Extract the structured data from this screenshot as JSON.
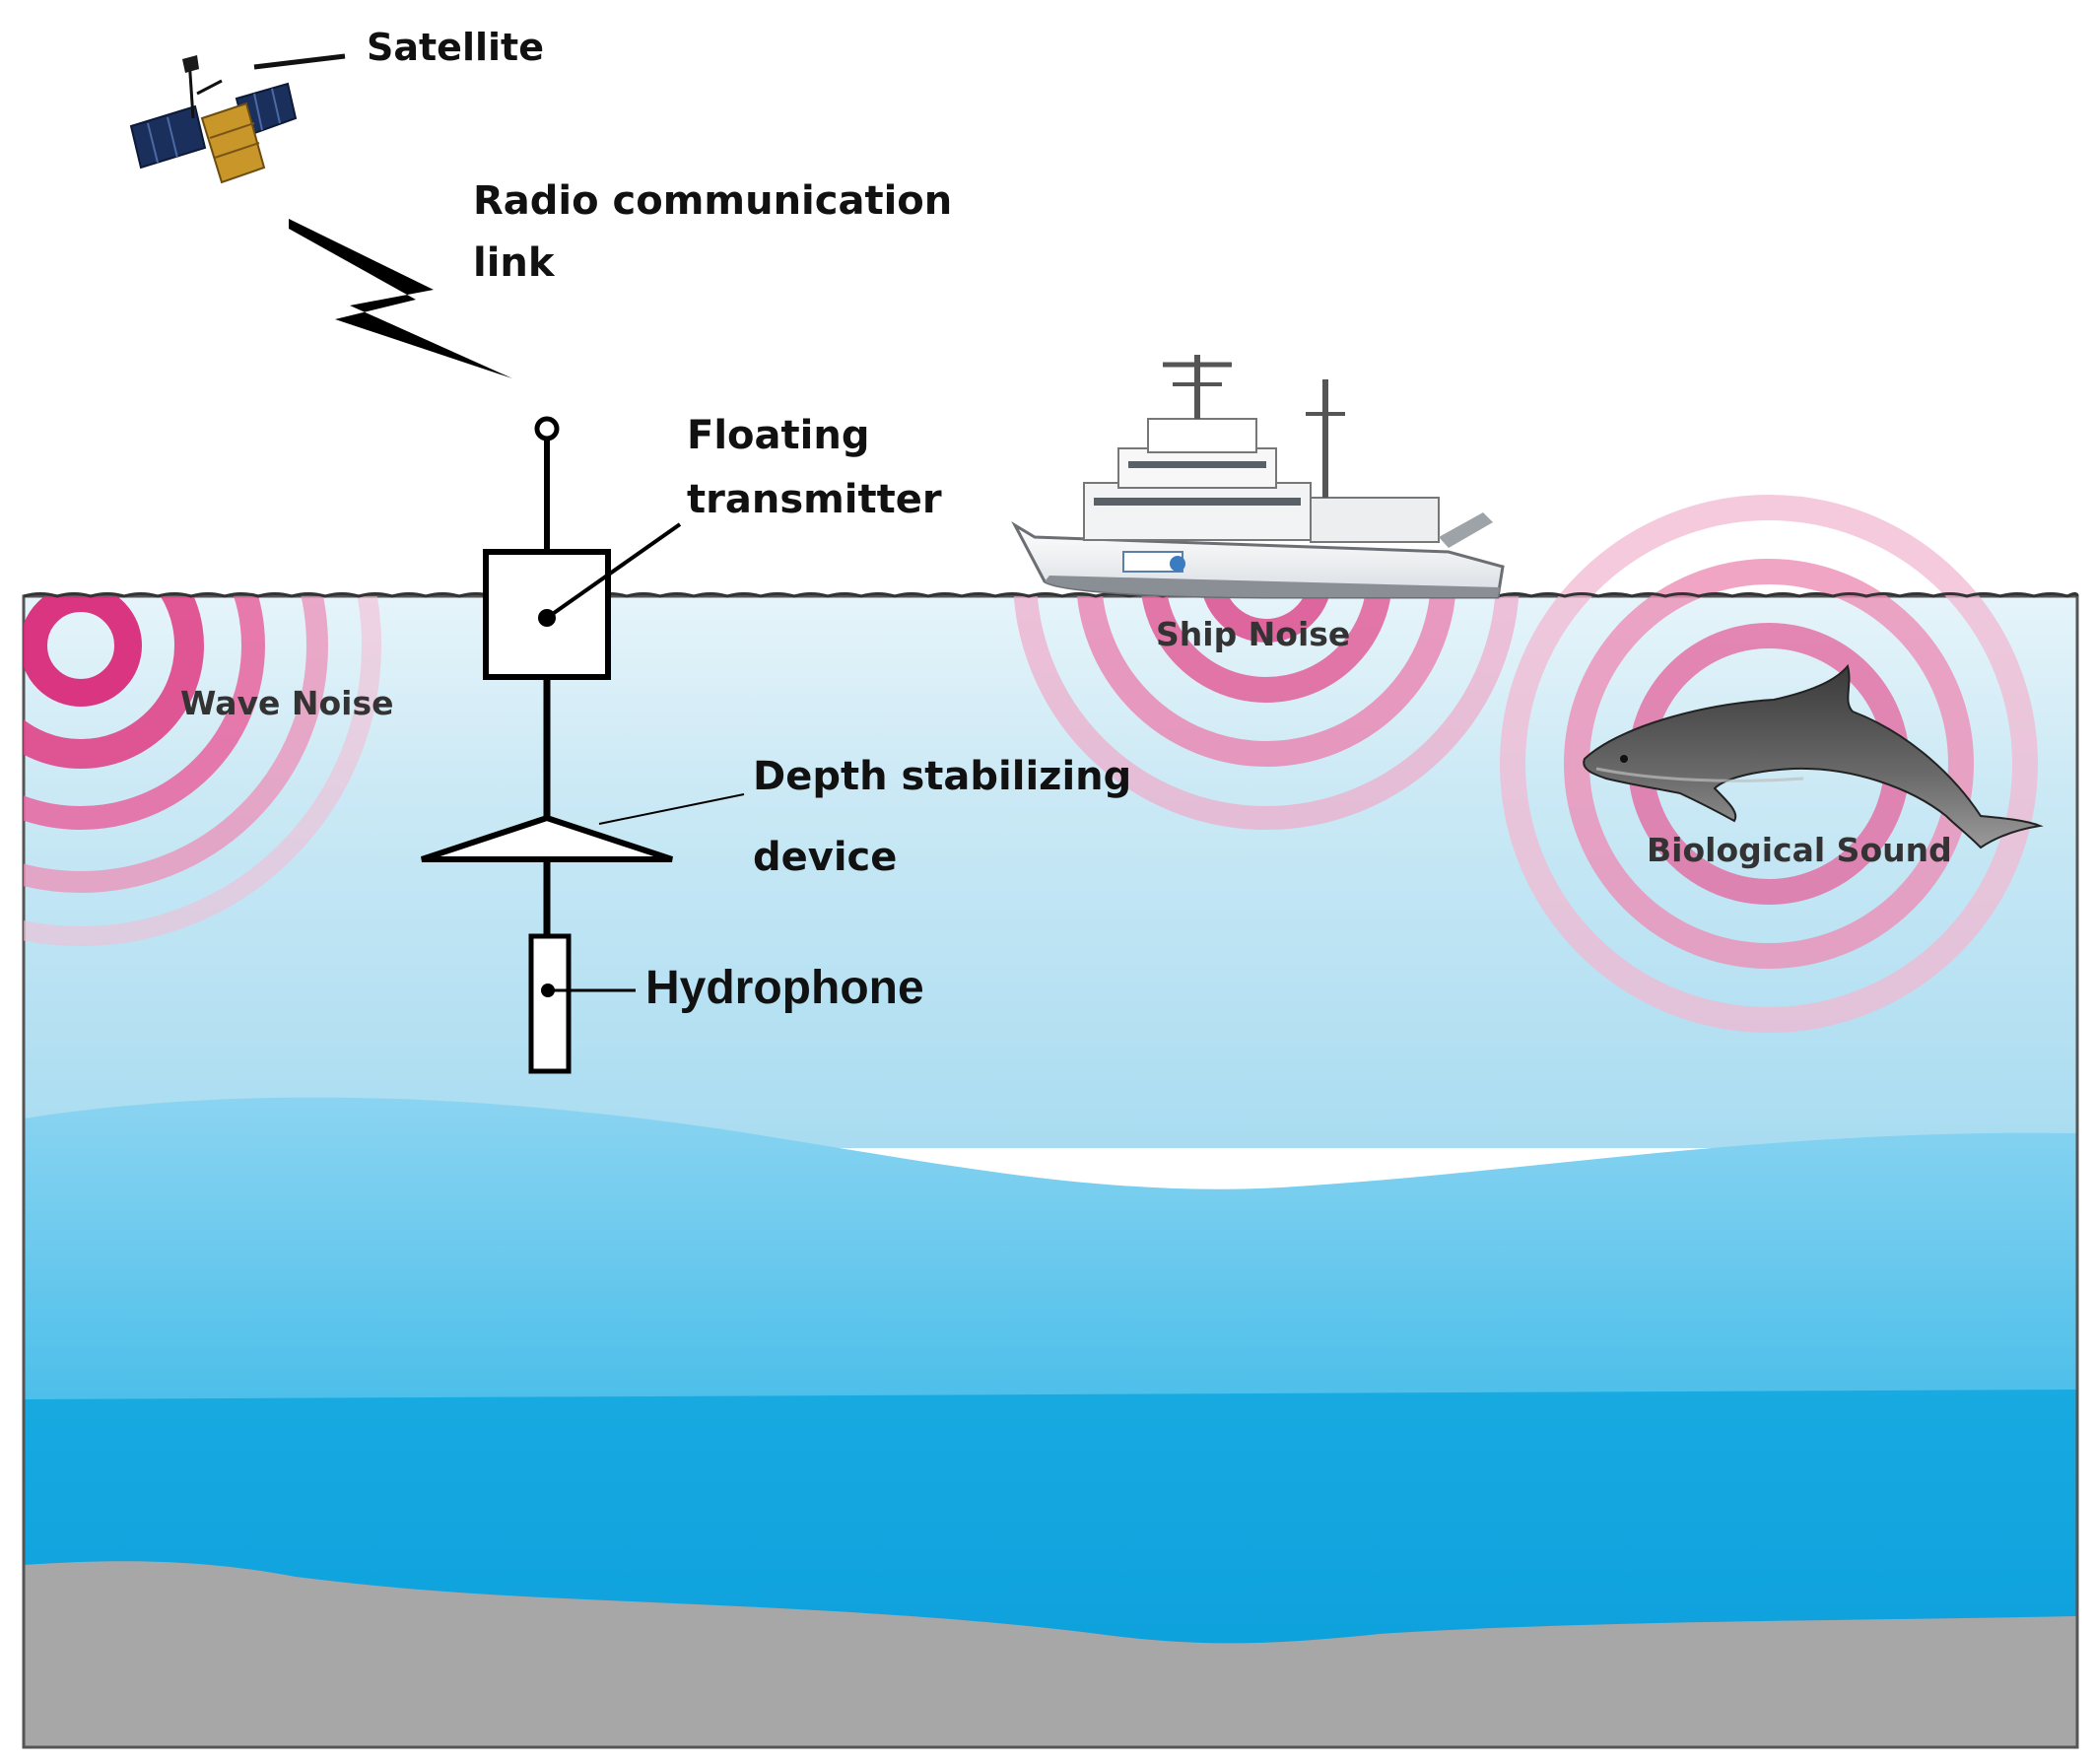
{
  "labels": {
    "satellite": "Satellite",
    "radio_line1": "Radio communication",
    "radio_line2": "link",
    "floating_line1": "Floating",
    "floating_line2": "transmitter",
    "depth_line1": "Depth stabilizing",
    "depth_line2": "device",
    "hydrophone": "Hydrophone",
    "wave_noise": "Wave Noise",
    "ship_noise": "Ship Noise",
    "biological_sound": "Biological Sound"
  },
  "colors": {
    "water_top": "#dbeff8",
    "water_mid": "#7dd0ee",
    "water_deep": "#0aa3dd",
    "seabed": "#a7a7a7",
    "noise_ring": "#e0458a",
    "line": "#000000"
  }
}
